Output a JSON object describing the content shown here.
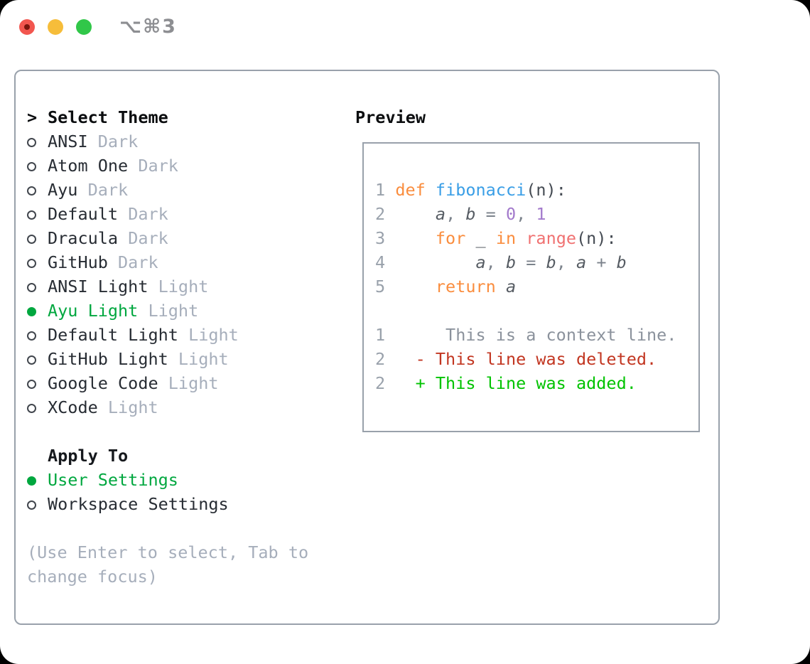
{
  "titlebar": {
    "shortcut_label": "⌥⌘3",
    "traffic_lights": [
      "close-icon",
      "minimize-icon",
      "zoom-icon"
    ]
  },
  "theme_picker": {
    "prompt": ">",
    "title": "Select Theme",
    "items": [
      {
        "label": "ANSI",
        "variant": "Dark",
        "selected": false
      },
      {
        "label": "Atom One",
        "variant": "Dark",
        "selected": false
      },
      {
        "label": "Ayu",
        "variant": "Dark",
        "selected": false
      },
      {
        "label": "Default",
        "variant": "Dark",
        "selected": false
      },
      {
        "label": "Dracula",
        "variant": "Dark",
        "selected": false
      },
      {
        "label": "GitHub",
        "variant": "Dark",
        "selected": false
      },
      {
        "label": "ANSI Light",
        "variant": "Light",
        "selected": false
      },
      {
        "label": "Ayu Light",
        "variant": "Light",
        "selected": true
      },
      {
        "label": "Default Light",
        "variant": "Light",
        "selected": false
      },
      {
        "label": "GitHub Light",
        "variant": "Light",
        "selected": false
      },
      {
        "label": "Google Code",
        "variant": "Light",
        "selected": false
      },
      {
        "label": "XCode",
        "variant": "Light",
        "selected": false
      }
    ],
    "apply_to": {
      "title": "Apply To",
      "options": [
        {
          "label": "User Settings",
          "selected": true
        },
        {
          "label": "Workspace Settings",
          "selected": false
        }
      ]
    },
    "hint": "(Use Enter to select, Tab to change focus)"
  },
  "preview": {
    "title": "Preview",
    "code_lines": [
      {
        "tokens": [
          {
            "t": "1",
            "c": "ln"
          },
          {
            "t": " ",
            "c": "plain"
          },
          {
            "t": "def",
            "c": "kw"
          },
          {
            "t": " ",
            "c": "plain"
          },
          {
            "t": "fibonacci",
            "c": "fn"
          },
          {
            "t": "(n):",
            "c": "plain"
          }
        ]
      },
      {
        "tokens": [
          {
            "t": "2",
            "c": "ln"
          },
          {
            "t": "     ",
            "c": "plain"
          },
          {
            "t": "a",
            "c": "var"
          },
          {
            "t": ", ",
            "c": "dim"
          },
          {
            "t": "b",
            "c": "var"
          },
          {
            "t": " = ",
            "c": "dim"
          },
          {
            "t": "0",
            "c": "pur"
          },
          {
            "t": ", ",
            "c": "dim"
          },
          {
            "t": "1",
            "c": "pur"
          }
        ]
      },
      {
        "tokens": [
          {
            "t": "3",
            "c": "ln"
          },
          {
            "t": "     ",
            "c": "plain"
          },
          {
            "t": "for",
            "c": "kw"
          },
          {
            "t": " ",
            "c": "plain"
          },
          {
            "t": "_",
            "c": "plain"
          },
          {
            "t": " ",
            "c": "plain"
          },
          {
            "t": "in",
            "c": "kw"
          },
          {
            "t": " ",
            "c": "plain"
          },
          {
            "t": "range",
            "c": "coral"
          },
          {
            "t": "(n):",
            "c": "plain"
          }
        ]
      },
      {
        "tokens": [
          {
            "t": "4",
            "c": "ln"
          },
          {
            "t": "         ",
            "c": "plain"
          },
          {
            "t": "a",
            "c": "var"
          },
          {
            "t": ", ",
            "c": "dim"
          },
          {
            "t": "b",
            "c": "var"
          },
          {
            "t": " = ",
            "c": "dim"
          },
          {
            "t": "b",
            "c": "var"
          },
          {
            "t": ", ",
            "c": "dim"
          },
          {
            "t": "a",
            "c": "var"
          },
          {
            "t": " + ",
            "c": "dim"
          },
          {
            "t": "b",
            "c": "var"
          }
        ]
      },
      {
        "tokens": [
          {
            "t": "5",
            "c": "ln"
          },
          {
            "t": "     ",
            "c": "plain"
          },
          {
            "t": "return",
            "c": "kw"
          },
          {
            "t": " ",
            "c": "plain"
          },
          {
            "t": "a",
            "c": "var"
          }
        ]
      },
      {
        "tokens": []
      },
      {
        "tokens": [
          {
            "t": "1",
            "c": "ln"
          },
          {
            "t": "      ",
            "c": "plain"
          },
          {
            "t": "This is a context line.",
            "c": "ctx"
          }
        ]
      },
      {
        "tokens": [
          {
            "t": "2",
            "c": "ln"
          },
          {
            "t": "   ",
            "c": "plain"
          },
          {
            "t": "- This line was deleted.",
            "c": "del"
          }
        ]
      },
      {
        "tokens": [
          {
            "t": "2",
            "c": "ln"
          },
          {
            "t": "   ",
            "c": "plain"
          },
          {
            "t": "+ This line was added.",
            "c": "add"
          }
        ]
      }
    ]
  },
  "colors": {
    "accent_green": "#00a73f",
    "muted_gray": "#a6aebb",
    "panel_border": "#99a1ab",
    "keyword_orange": "#fa8d3e",
    "function_blue": "#399ee6",
    "number_purple": "#a37acc",
    "call_coral": "#f07171",
    "diff_deleted_red": "#c23621",
    "diff_added_green": "#00c300",
    "traffic_red": "#f2564f",
    "traffic_yellow": "#f6bd3a",
    "traffic_green": "#31c749"
  }
}
